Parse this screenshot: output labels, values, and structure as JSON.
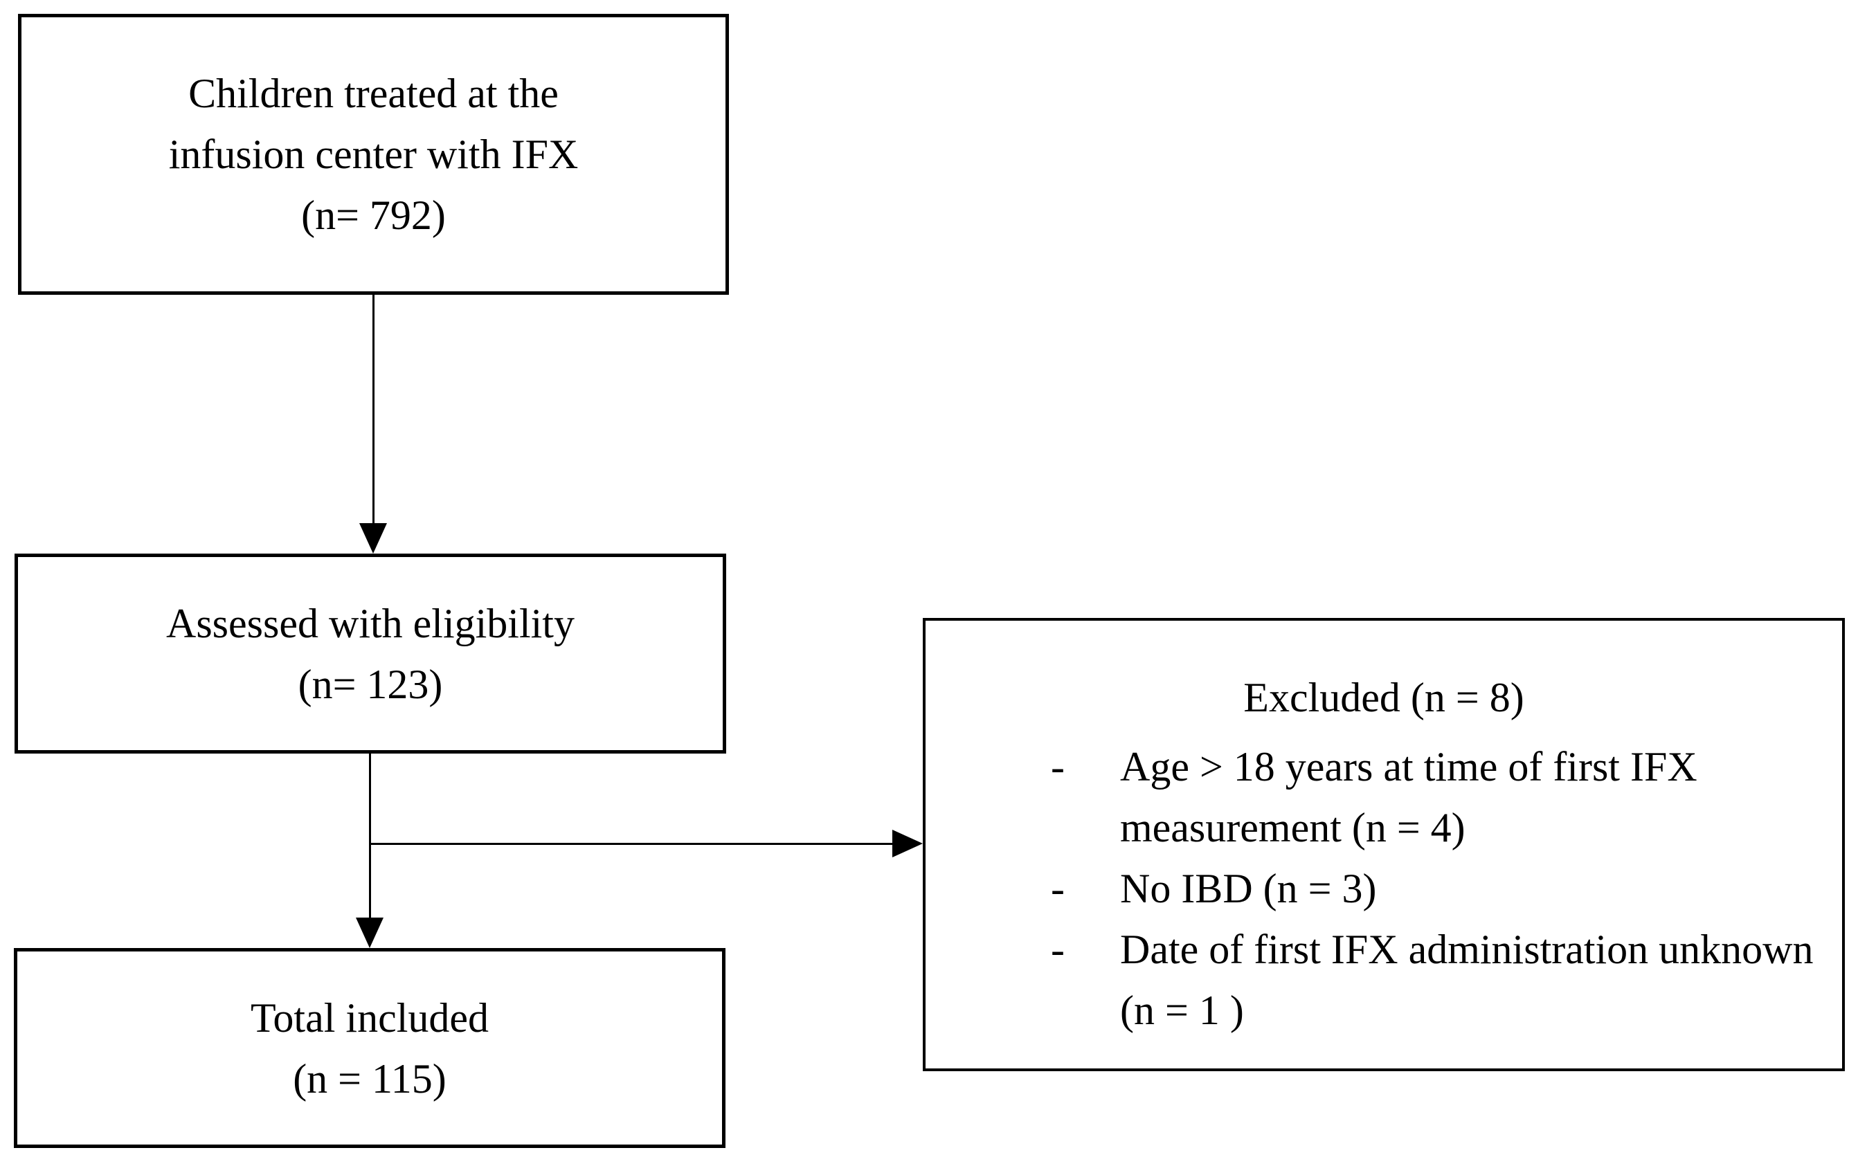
{
  "figure": {
    "type": "study-flow-diagram",
    "background_color": "#ffffff",
    "line_color": "#000000",
    "boxes": {
      "population": {
        "lines": [
          "Children treated at the",
          "infusion center with IFX",
          "(n= 792)"
        ]
      },
      "assessed": {
        "lines": [
          "Assessed with eligibility",
          "(n= 123)"
        ]
      },
      "included": {
        "lines": [
          "Total included",
          "(n = 115)"
        ]
      },
      "excluded": {
        "title": "Excluded (n = 8)",
        "bullet_marker": "-",
        "items": [
          "Age > 18 years at time of first IFX measurement (n = 4)",
          "No IBD (n = 3)",
          "Date of first IFX administration unknown (n = 1 )"
        ]
      }
    }
  }
}
